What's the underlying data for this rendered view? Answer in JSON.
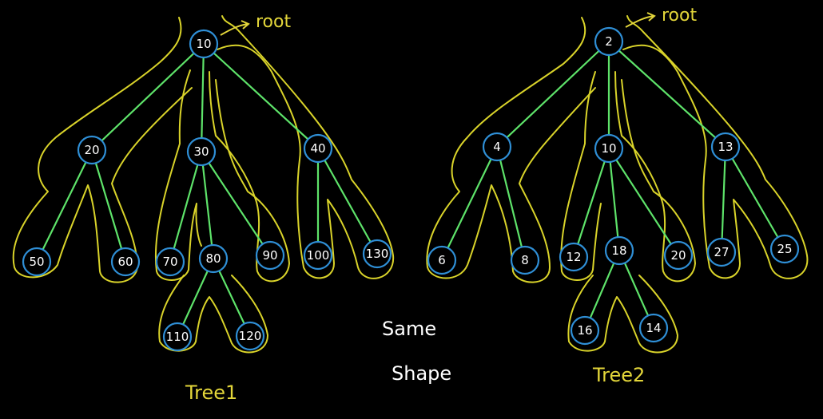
{
  "trees": [
    {
      "id": "tree1",
      "caption": "Tree1",
      "root_tag": "root",
      "nodes": [
        {
          "id": "n10",
          "label": "10"
        },
        {
          "id": "n20",
          "label": "20"
        },
        {
          "id": "n30",
          "label": "30"
        },
        {
          "id": "n40",
          "label": "40"
        },
        {
          "id": "n50",
          "label": "50"
        },
        {
          "id": "n60",
          "label": "60"
        },
        {
          "id": "n70",
          "label": "70"
        },
        {
          "id": "n80",
          "label": "80"
        },
        {
          "id": "n90",
          "label": "90"
        },
        {
          "id": "n100",
          "label": "100"
        },
        {
          "id": "n130",
          "label": "130"
        },
        {
          "id": "n110",
          "label": "110"
        },
        {
          "id": "n120",
          "label": "120"
        }
      ],
      "edges": [
        [
          "n10",
          "n20"
        ],
        [
          "n10",
          "n30"
        ],
        [
          "n10",
          "n40"
        ],
        [
          "n20",
          "n50"
        ],
        [
          "n20",
          "n60"
        ],
        [
          "n30",
          "n70"
        ],
        [
          "n30",
          "n80"
        ],
        [
          "n30",
          "n90"
        ],
        [
          "n40",
          "n100"
        ],
        [
          "n40",
          "n130"
        ],
        [
          "n80",
          "n110"
        ],
        [
          "n80",
          "n120"
        ]
      ]
    },
    {
      "id": "tree2",
      "caption": "Tree2",
      "root_tag": "root",
      "nodes": [
        {
          "id": "m2",
          "label": "2"
        },
        {
          "id": "m4",
          "label": "4"
        },
        {
          "id": "m10",
          "label": "10"
        },
        {
          "id": "m13",
          "label": "13"
        },
        {
          "id": "m6",
          "label": "6"
        },
        {
          "id": "m8",
          "label": "8"
        },
        {
          "id": "m12",
          "label": "12"
        },
        {
          "id": "m18",
          "label": "18"
        },
        {
          "id": "m20",
          "label": "20"
        },
        {
          "id": "m27",
          "label": "27"
        },
        {
          "id": "m25",
          "label": "25"
        },
        {
          "id": "m16",
          "label": "16"
        },
        {
          "id": "m14",
          "label": "14"
        }
      ],
      "edges": [
        [
          "m2",
          "m4"
        ],
        [
          "m2",
          "m10"
        ],
        [
          "m2",
          "m13"
        ],
        [
          "m4",
          "m6"
        ],
        [
          "m4",
          "m8"
        ],
        [
          "m10",
          "m12"
        ],
        [
          "m10",
          "m18"
        ],
        [
          "m10",
          "m20"
        ],
        [
          "m13",
          "m27"
        ],
        [
          "m13",
          "m25"
        ],
        [
          "m18",
          "m16"
        ],
        [
          "m18",
          "m14"
        ]
      ]
    }
  ],
  "center_caption": {
    "line1": "Same",
    "line2": "Shape"
  },
  "colors": {
    "background": "#000000",
    "edge": "#5ee36a",
    "node_border": "#2f8fd6",
    "outline": "#d9d32a",
    "annotation": "#e3d63a",
    "text": "#ffffff"
  }
}
